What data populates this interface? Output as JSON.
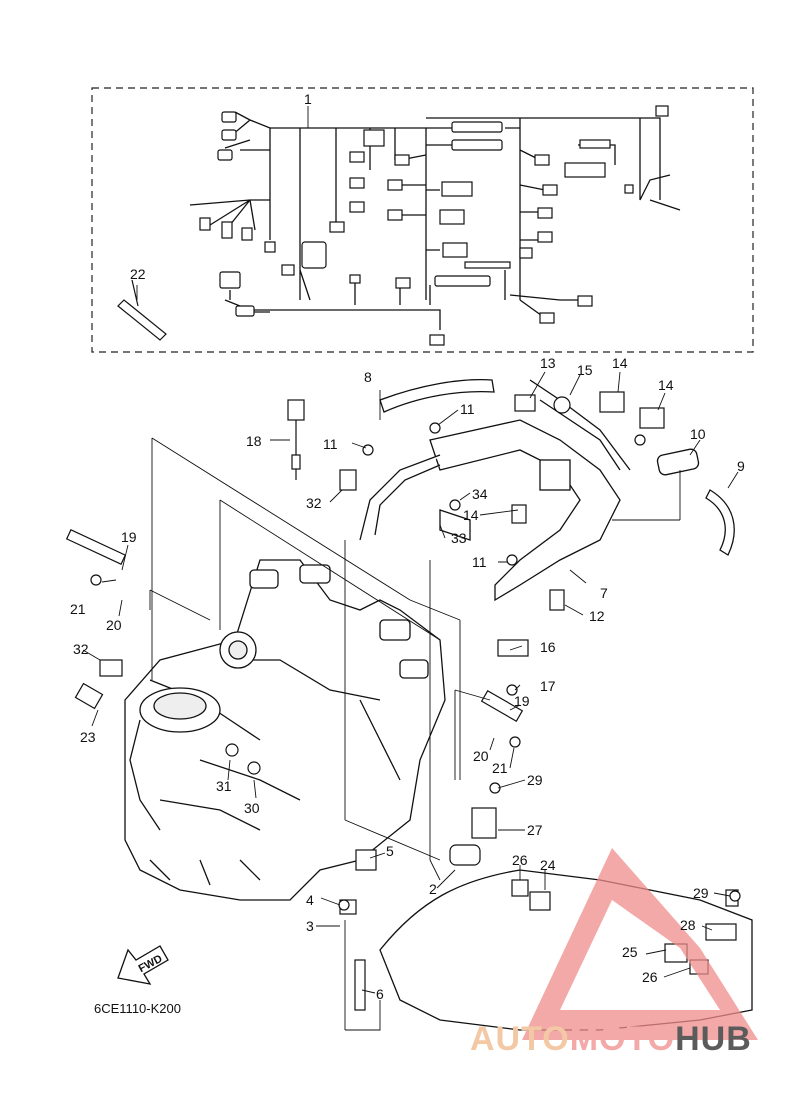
{
  "diagram": {
    "code": "6CE1110-K200",
    "fwd_label": "FWD",
    "callouts": [
      "1",
      "22",
      "8",
      "13",
      "15",
      "14",
      "14",
      "11",
      "18",
      "11",
      "10",
      "9",
      "34",
      "32",
      "14",
      "33",
      "19",
      "11",
      "7",
      "21",
      "20",
      "12",
      "16",
      "32",
      "17",
      "19",
      "23",
      "20",
      "21",
      "31",
      "30",
      "29",
      "27",
      "5",
      "26",
      "24",
      "2",
      "29",
      "4",
      "28",
      "3",
      "25",
      "26",
      "6"
    ]
  },
  "watermark": {
    "part1": "AUTO",
    "part2": "MOTO",
    "part3": "HUB",
    "colors": {
      "part1": "#f3c9a5",
      "part2": "#f4a9a9",
      "part3": "#5b5b5b",
      "triangle": "#f08c8c"
    }
  }
}
